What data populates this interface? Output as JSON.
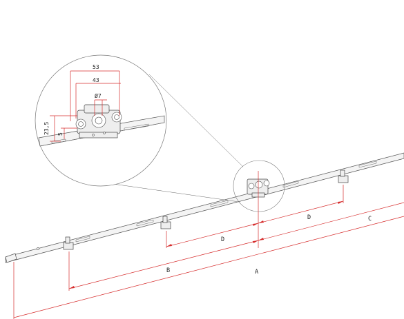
{
  "diagram": {
    "zoom_labels": {
      "w53": "53",
      "w43": "43",
      "d7": "Ø7",
      "h23": "23,5",
      "h5": "5"
    },
    "dimension_labels": {
      "A": "A",
      "B": "B",
      "C": "C",
      "D1": "D",
      "D2": "D"
    }
  }
}
